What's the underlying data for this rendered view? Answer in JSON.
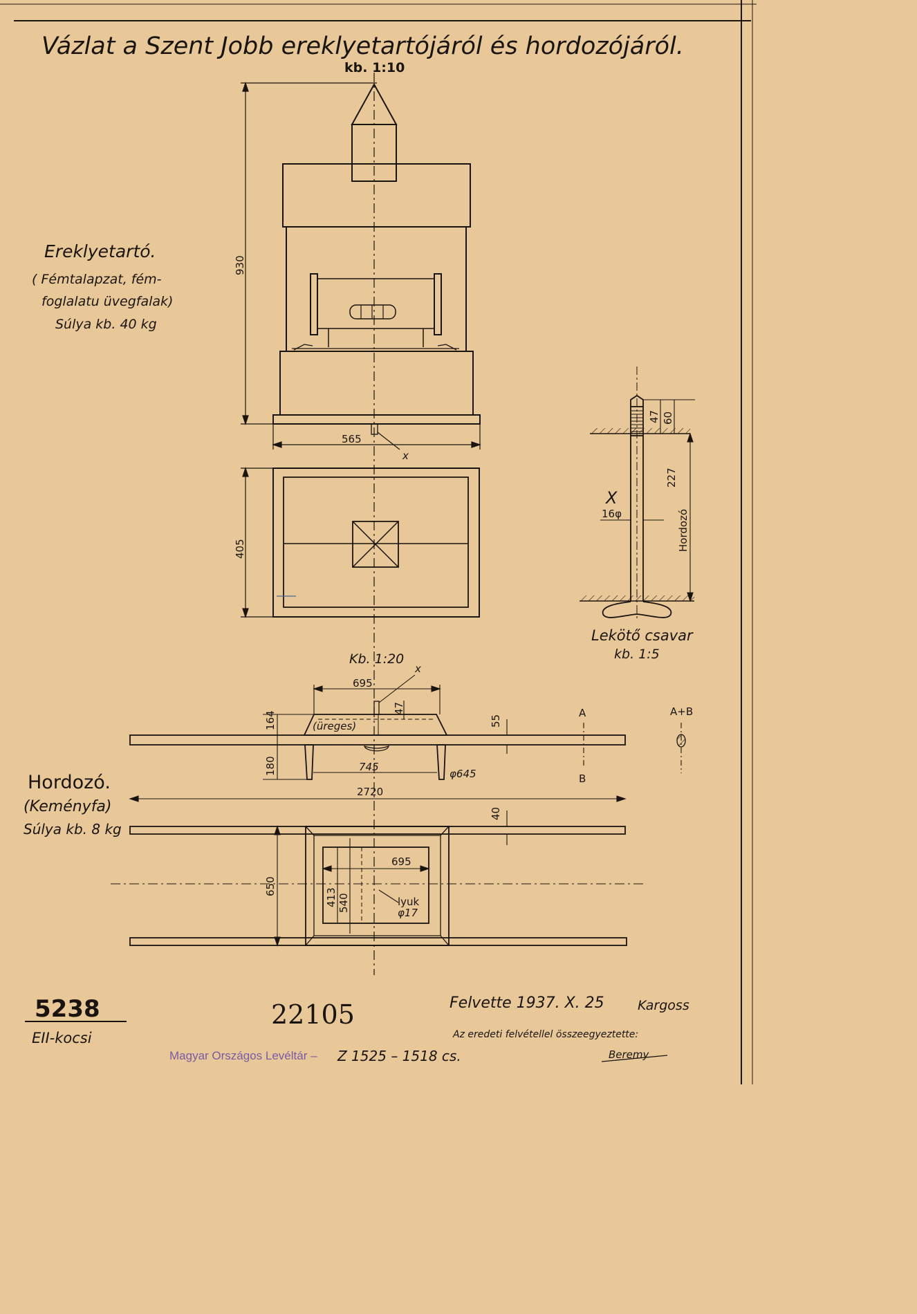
{
  "title": "Vázlat a Szent Jobb ereklyetartójáról és hordozójáról.",
  "scale_main": "kb. 1:10",
  "reliquary": {
    "name": "Ereklyetartó.",
    "desc1": "( Fémtalapzat, fém-",
    "desc2": "foglalatu üvegfalak)",
    "weight": "Súlya kb. 40 kg"
  },
  "carrier": {
    "name": "Hordozó.",
    "material": "(Keményfa)",
    "weight": "Súlya kb. 8 kg",
    "scale": "Kb. 1:20"
  },
  "bolt": {
    "name": "Lekötő csavar",
    "scale": "kb. 1:5",
    "label_x": "X",
    "diam": "16φ",
    "side_label": "Hordozó",
    "dims": [
      "47",
      "60",
      "227"
    ]
  },
  "dims": {
    "height": "930",
    "width": "565",
    "depth": "405",
    "x_mark": "x",
    "top_width": "695",
    "bolt_47": "47",
    "hollow": "(üreges)",
    "h164": "164",
    "h180": "180",
    "d55": "55",
    "leg_span": "745",
    "leg_diam": "φ645",
    "length": "2720",
    "t40": "40",
    "w650": "650",
    "inner695": "695",
    "d413": "413",
    "d540": "540",
    "hole": "lyuk",
    "hole_d": "φ17",
    "sec_a": "A",
    "sec_b": "B",
    "sec_ab": "A+B"
  },
  "footer": {
    "sheet_no": "5238",
    "sub": "EII-kocsi",
    "big_no": "22105",
    "recorded": "Felvette 1937. X. 25",
    "sig1": "Kargoss",
    "compared": "Az eredeti felvétellel összeegyeztette:",
    "sig2": "Beremy",
    "archive": "Magyar Országos Levéltár –",
    "archive_ref": "Z 1525 – 1518 cs."
  }
}
